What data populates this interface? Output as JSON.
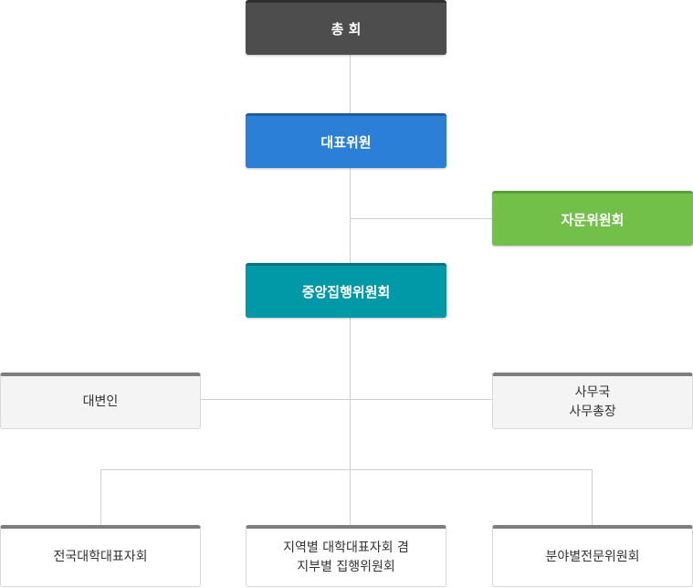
{
  "orgchart": {
    "general_assembly": "총 회",
    "representative_committee": "대표위원",
    "advisory_committee": "자문위원회",
    "central_executive_committee": "중앙집행위원회",
    "spokesperson": "대변인",
    "secretariat": "사무국",
    "secretary_general": "사무총장",
    "national_university_reps": "전국대학대표자회",
    "regional_reps_line1": "지역별 대학대표자회 겸",
    "regional_reps_line2": "지부별 집행위원회",
    "field_committees": "분야별전문위원회"
  },
  "colors": {
    "general_assembly": "#4d4d4d",
    "representative_committee": "#2b7fd6",
    "advisory_committee": "#72c04a",
    "central_executive_committee": "#0198a8",
    "connector": "#cfcfcf"
  }
}
